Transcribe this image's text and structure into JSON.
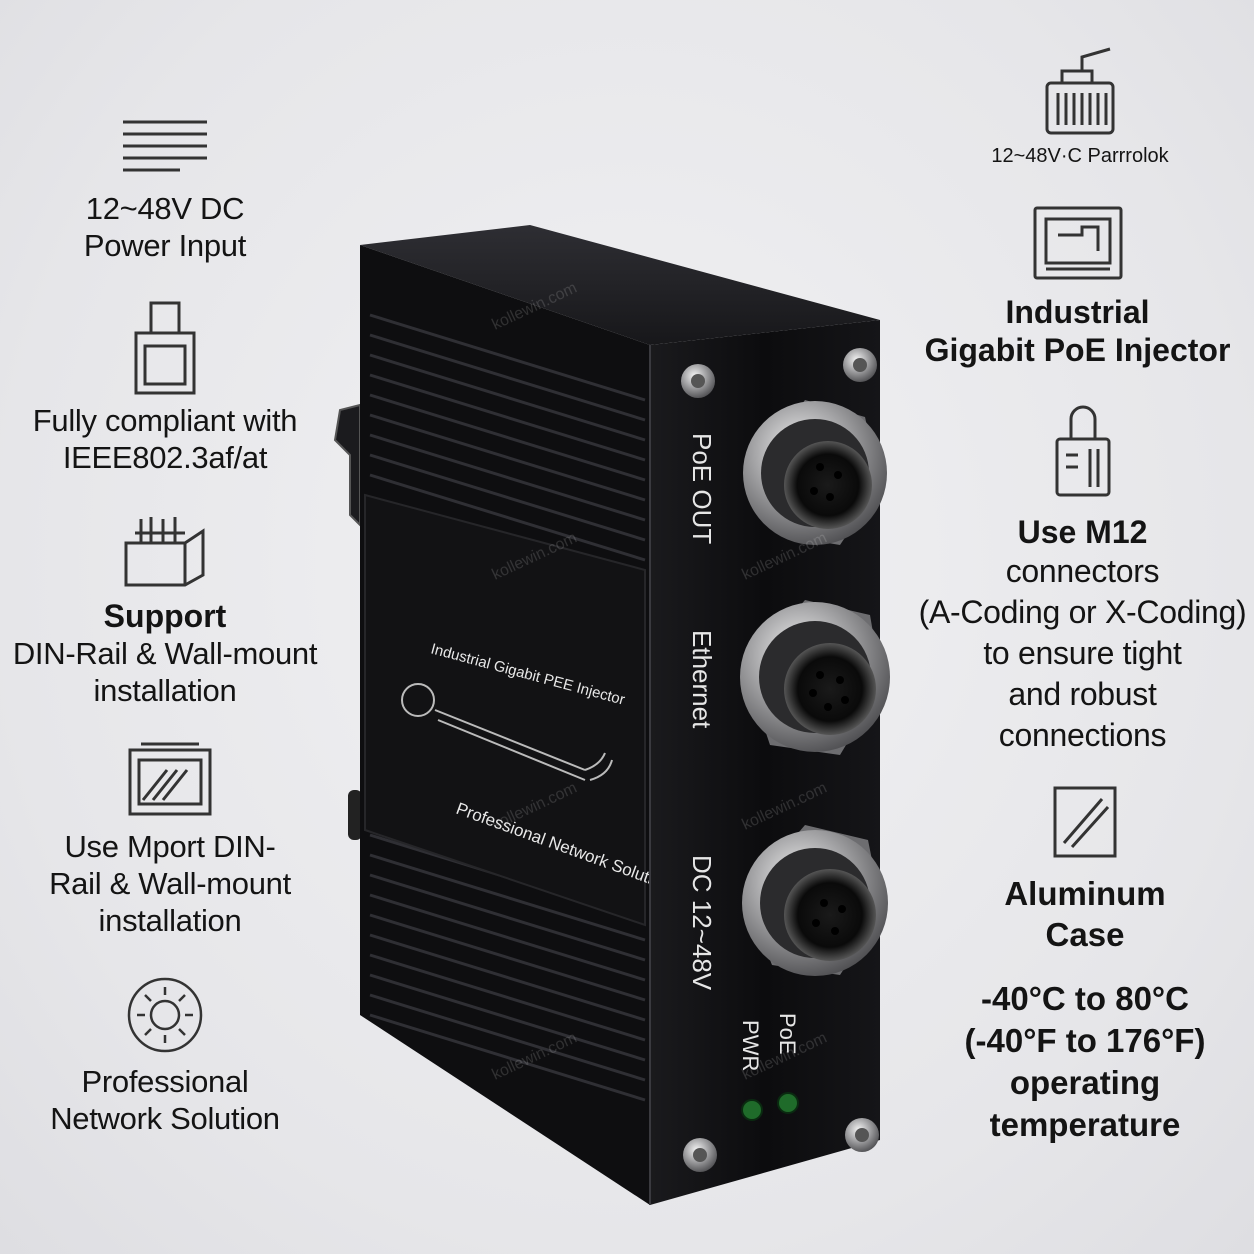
{
  "left_features": [
    {
      "icon": "lines-icon",
      "lines": [
        "12~48V DC",
        "Power Input"
      ]
    },
    {
      "icon": "plug-icon",
      "lines": [
        "Fully compliant with",
        "IEEE802.3af/at"
      ]
    },
    {
      "icon": "din-rail-bracket-icon",
      "bold": "Support",
      "lines": [
        "DIN-Rail & Wall-mount",
        "installation"
      ]
    },
    {
      "icon": "wall-mount-icon",
      "lines": [
        "Use Mport DIN-",
        "Rail & Wall-mount",
        "installation"
      ]
    },
    {
      "icon": "sun-icon",
      "lines": [
        "Professional",
        "Network Solution"
      ]
    }
  ],
  "right_features": [
    {
      "icon": "connector-icon",
      "small": "12~48V·C Parrrolok"
    },
    {
      "icon": "injector-box-icon",
      "bold_lines": [
        "Industrial",
        "Gigabit PoE Injector"
      ]
    },
    {
      "icon": "lock-icon",
      "bold": "Use M12",
      "lines": [
        "connectors",
        "(A-Coding or X-Coding)",
        "to ensure tight",
        "and robust",
        "connections"
      ]
    },
    {
      "icon": "aluminum-panel-icon",
      "bold_lines": [
        "Aluminum",
        "Case"
      ]
    },
    {
      "bold_lines": [
        "-40°C to 80°C",
        "(-40°F to 176°F)",
        "operating",
        "temperature"
      ]
    }
  ],
  "device": {
    "ports": [
      "PoE OUT",
      "Ethernet",
      "DC 12~48V"
    ],
    "leds": [
      "PWR",
      "PoE"
    ],
    "label_title": "Industrial Gigabit PEE Injector",
    "label_subtitle": "Professional Network Solution",
    "watermark": "kollewin.com"
  },
  "colors": {
    "text": "#141414",
    "device_body": "#0d0d0f",
    "led": "#1f6b2a"
  }
}
